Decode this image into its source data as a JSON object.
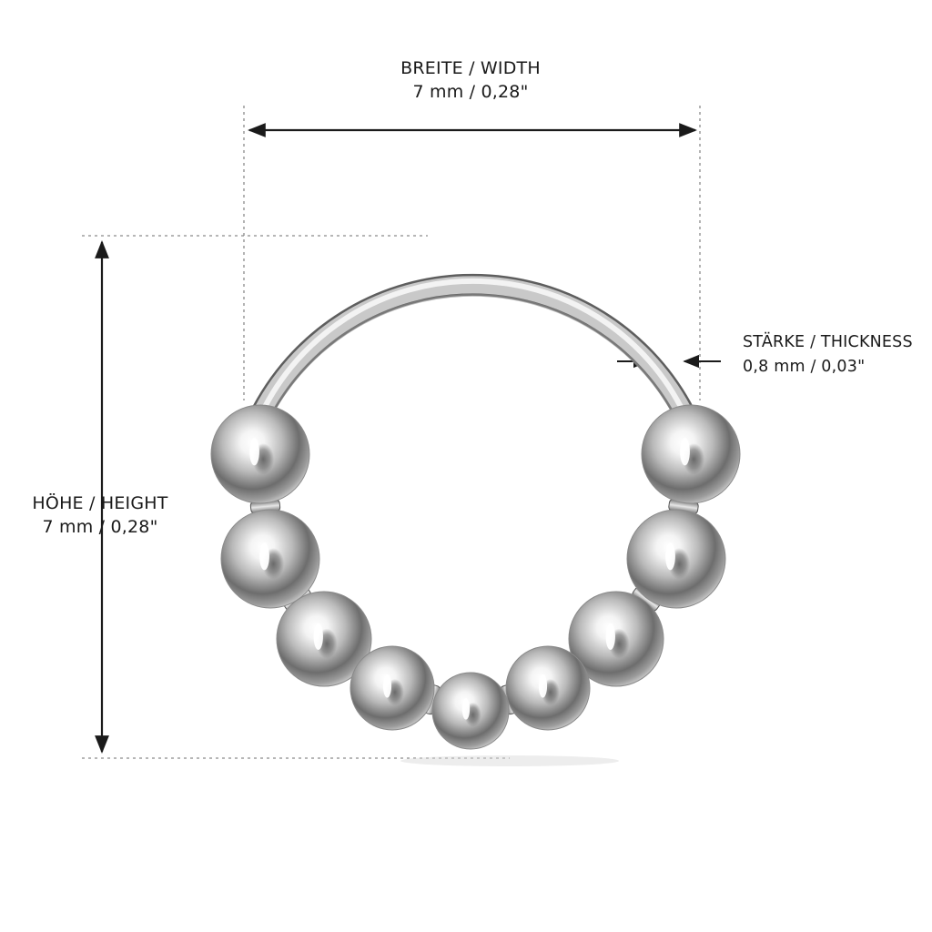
{
  "dimensions": {
    "width": {
      "title": "BREITE / WIDTH",
      "value": "7 mm / 0,28\""
    },
    "height": {
      "title": "HÖHE / HEIGHT",
      "value": "7 mm / 0,28\""
    },
    "thickness": {
      "title": "STÄRKE / THICKNESS",
      "value": "0,8 mm / 0,03\""
    }
  },
  "product": {
    "bead_count": 9,
    "colors": {
      "metal_light": "#fbfbfb",
      "metal_mid": "#c8c8c8",
      "metal_dark": "#5e5e5e",
      "dimension_line": "#1a1a1a",
      "guide_line": "#8a8a8a"
    }
  }
}
